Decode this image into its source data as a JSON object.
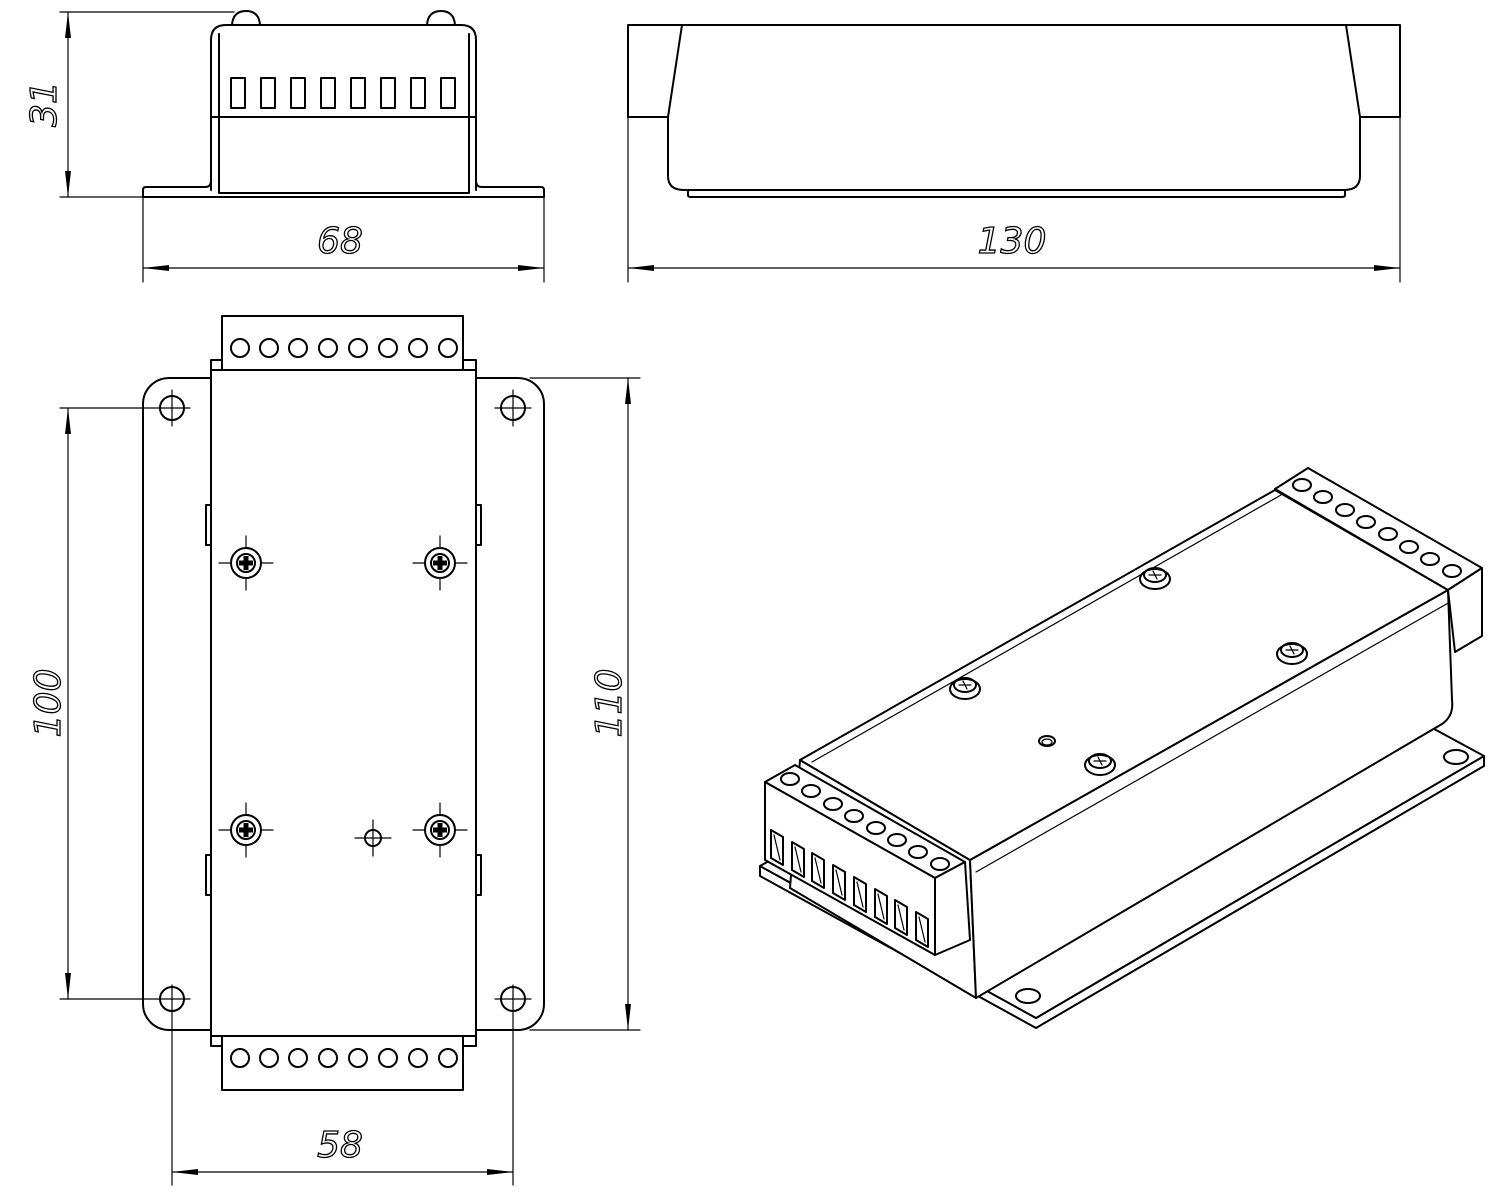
{
  "dimensions": {
    "front_height": "31",
    "front_width": "68",
    "side_length": "130",
    "top_hole_spacing_length": "100",
    "top_plate_length": "110",
    "top_hole_spacing_width": "58"
  }
}
